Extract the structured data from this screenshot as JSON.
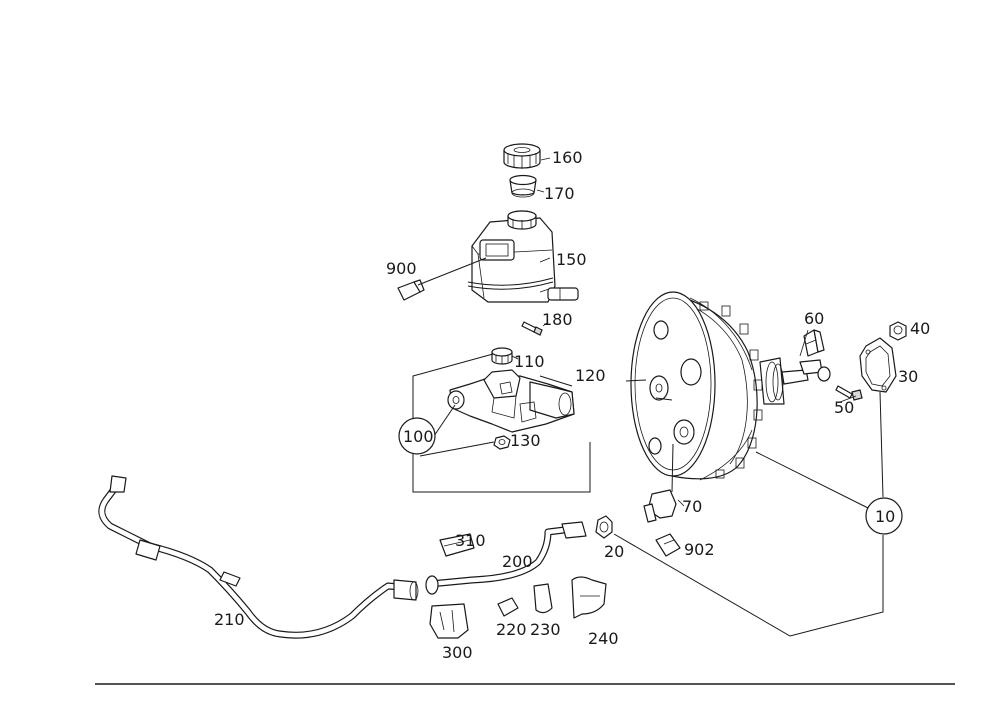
{
  "part_labels": {
    "p160": "160",
    "p170": "170",
    "p150": "150",
    "p900": "900",
    "p180": "180",
    "p110": "110",
    "p120": "120",
    "p100": "100",
    "p130": "130",
    "p60": "60",
    "p40": "40",
    "p30": "30",
    "p50": "50",
    "p70": "70",
    "p10": "10",
    "p902": "902",
    "p20": "20",
    "p310": "310",
    "p200": "200",
    "p210": "210",
    "p220": "220",
    "p230": "230",
    "p240": "240",
    "p300": "300"
  }
}
